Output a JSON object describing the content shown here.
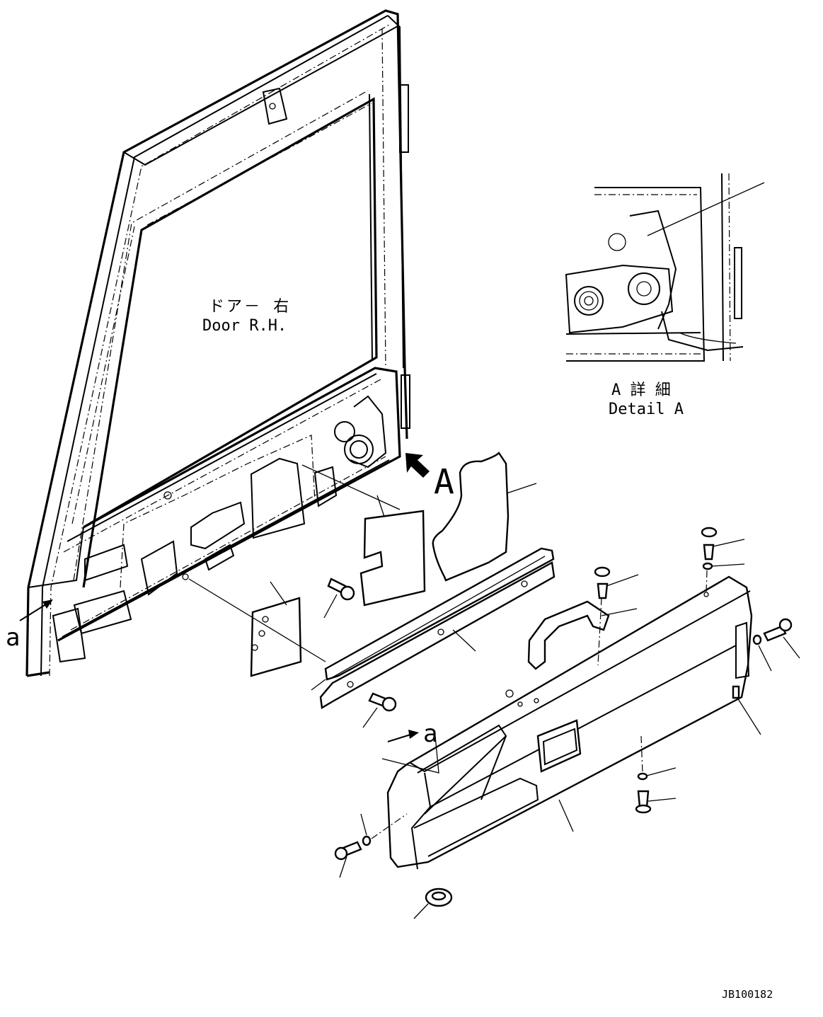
{
  "labels": {
    "door_jp": "ドア－ 右",
    "door_en": "Door R.H.",
    "detail_jp": "A 詳 細",
    "detail_en": "Detail A",
    "view_a_letter": "A",
    "section_a_left": "a",
    "section_a_bottom": "a",
    "drawing_code": "JB100182"
  }
}
